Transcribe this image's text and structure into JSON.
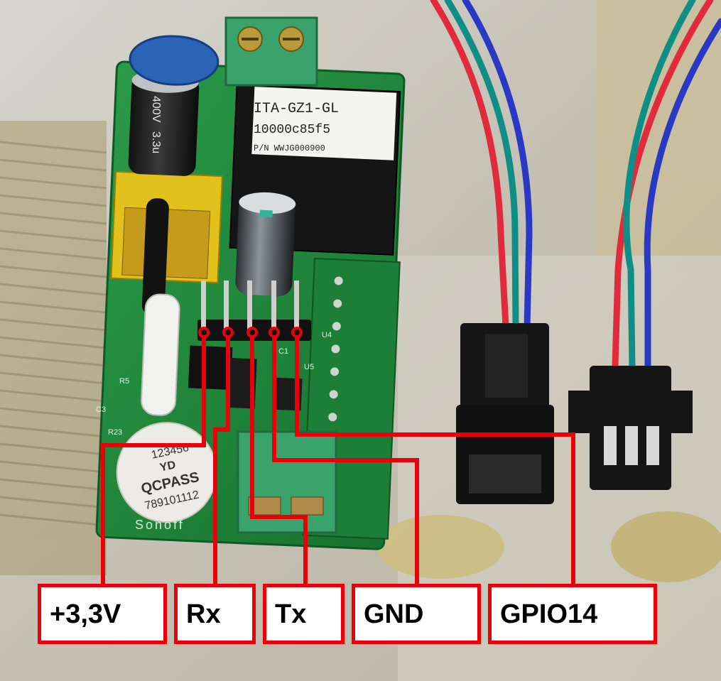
{
  "colors": {
    "pcb": "#1f8a3c",
    "wire_red": "#e8000b",
    "label_border": "#e8000b",
    "label_bg": "#ffffff",
    "connector": "#151515",
    "terminal": "#3aa36b"
  },
  "relay_sticker": {
    "line1": "ITA-GZ1-GL",
    "line2": "10000c85f5",
    "line3": "P/N WWJG000900"
  },
  "qc_sticker": {
    "line1": "123456",
    "line2": "YD",
    "line3": "QCPASS",
    "line4": "789101112"
  },
  "board_text": {
    "brand": "Sonoff",
    "silkscreen": [
      "R5",
      "C3",
      "R23",
      "C1",
      "U4",
      "U5"
    ]
  },
  "capacitor_text": {
    "big_cap_voltage": "400V",
    "big_cap_value": "3.3u"
  },
  "pin_labels": [
    {
      "name": "+3,3V"
    },
    {
      "name": "Rx"
    },
    {
      "name": "Tx"
    },
    {
      "name": "GND"
    },
    {
      "name": "GPIO14"
    }
  ]
}
